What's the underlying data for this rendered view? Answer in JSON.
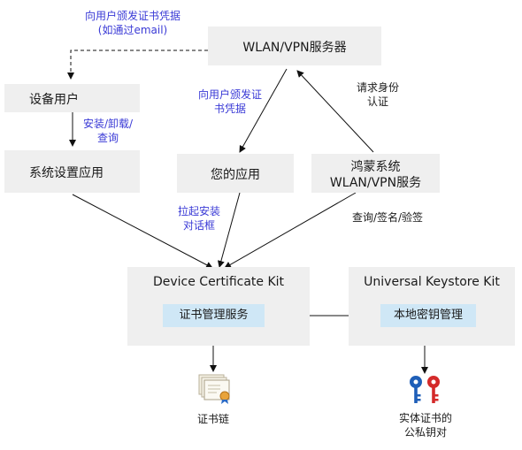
{
  "nodes": {
    "wlan_server": "WLAN/VPN服务器",
    "device_user": "设备用户",
    "settings_app": "系统设置应用",
    "your_app": "您的应用",
    "harmony_service_line1": "鸿蒙系统",
    "harmony_service_line2": "WLAN/VPN服务",
    "device_certificate_kit": "Device Certificate Kit",
    "cert_mgmt_service": "证书管理服务",
    "universal_keystore_kit": "Universal Keystore Kit",
    "local_key_mgmt": "本地密钥管理"
  },
  "notes": {
    "issue_cert_email_line1": "向用户颁发证书凭据",
    "issue_cert_email_line2": "(如通过email)",
    "issue_cert_app_line1": "向用户颁发证",
    "issue_cert_app_line2": "书凭据",
    "request_auth_line1": "请求身份",
    "request_auth_line2": "认证",
    "install_uninstall_line1": "安装/卸载/",
    "install_uninstall_line2": "查询",
    "pull_dialog_line1": "拉起安装",
    "pull_dialog_line2": "对话框",
    "query_sign_verify": "查询/签名/验签"
  },
  "outputs": {
    "cert_chain": "证书链",
    "keypair_line1": "实体证书的",
    "keypair_line2": "公私钥对"
  },
  "colors": {
    "box_bg": "#efefef",
    "sub_box_bg": "#cfe7f6",
    "note_blue": "#3a3ad6",
    "key_blue": "#1f5fb8",
    "key_red": "#d42a2a"
  },
  "icons": {
    "cert_chain": "certificate-stack-icon",
    "keypair": "key-pair-icon"
  }
}
